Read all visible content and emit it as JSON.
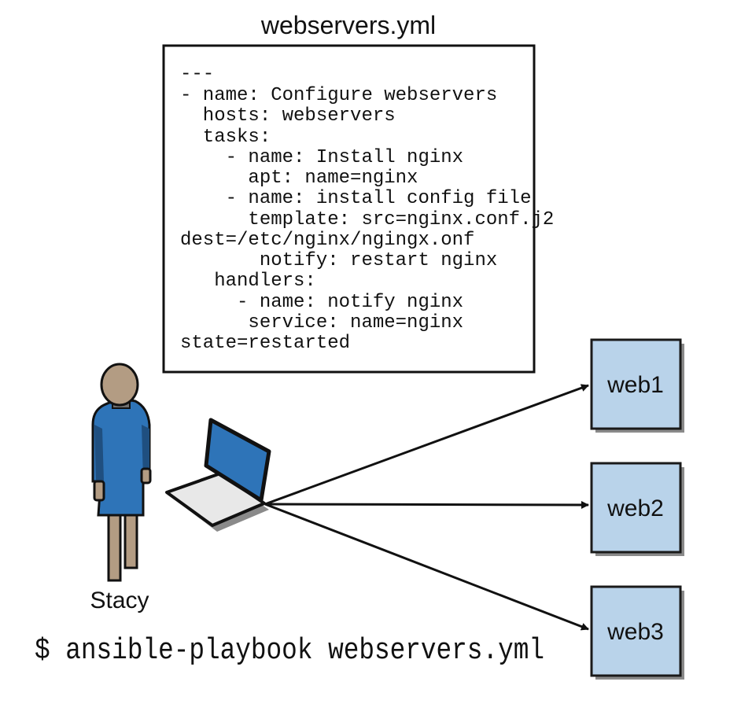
{
  "playbook": {
    "filename": "webservers.yml",
    "lines": [
      "---",
      "- name: Configure webservers",
      "  hosts: webservers",
      "  tasks:",
      "    - name: Install nginx",
      "      apt: name=nginx",
      "    - name: install config file",
      "      template: src=nginx.conf.j2",
      "dest=/etc/nginx/ngingx.onf",
      "       notify: restart nginx",
      "   handlers:",
      "     - name: notify nginx",
      "      service: name=nginx",
      "state=restarted"
    ]
  },
  "user": {
    "name": "Stacy"
  },
  "command": "$ ansible-playbook webservers.yml",
  "servers": [
    {
      "label": "web1"
    },
    {
      "label": "web2"
    },
    {
      "label": "web3"
    }
  ],
  "colors": {
    "server_fill": "#b9d3ea",
    "server_border": "#1a1a1a",
    "shadow": "#8a8a8a",
    "dress": "#2e74b8",
    "dress_dark": "#1f4f80",
    "skin": "#b39c83",
    "laptop_screen": "#2e74b8",
    "laptop_keyboard": "#e8e8e8",
    "line": "#111111"
  }
}
